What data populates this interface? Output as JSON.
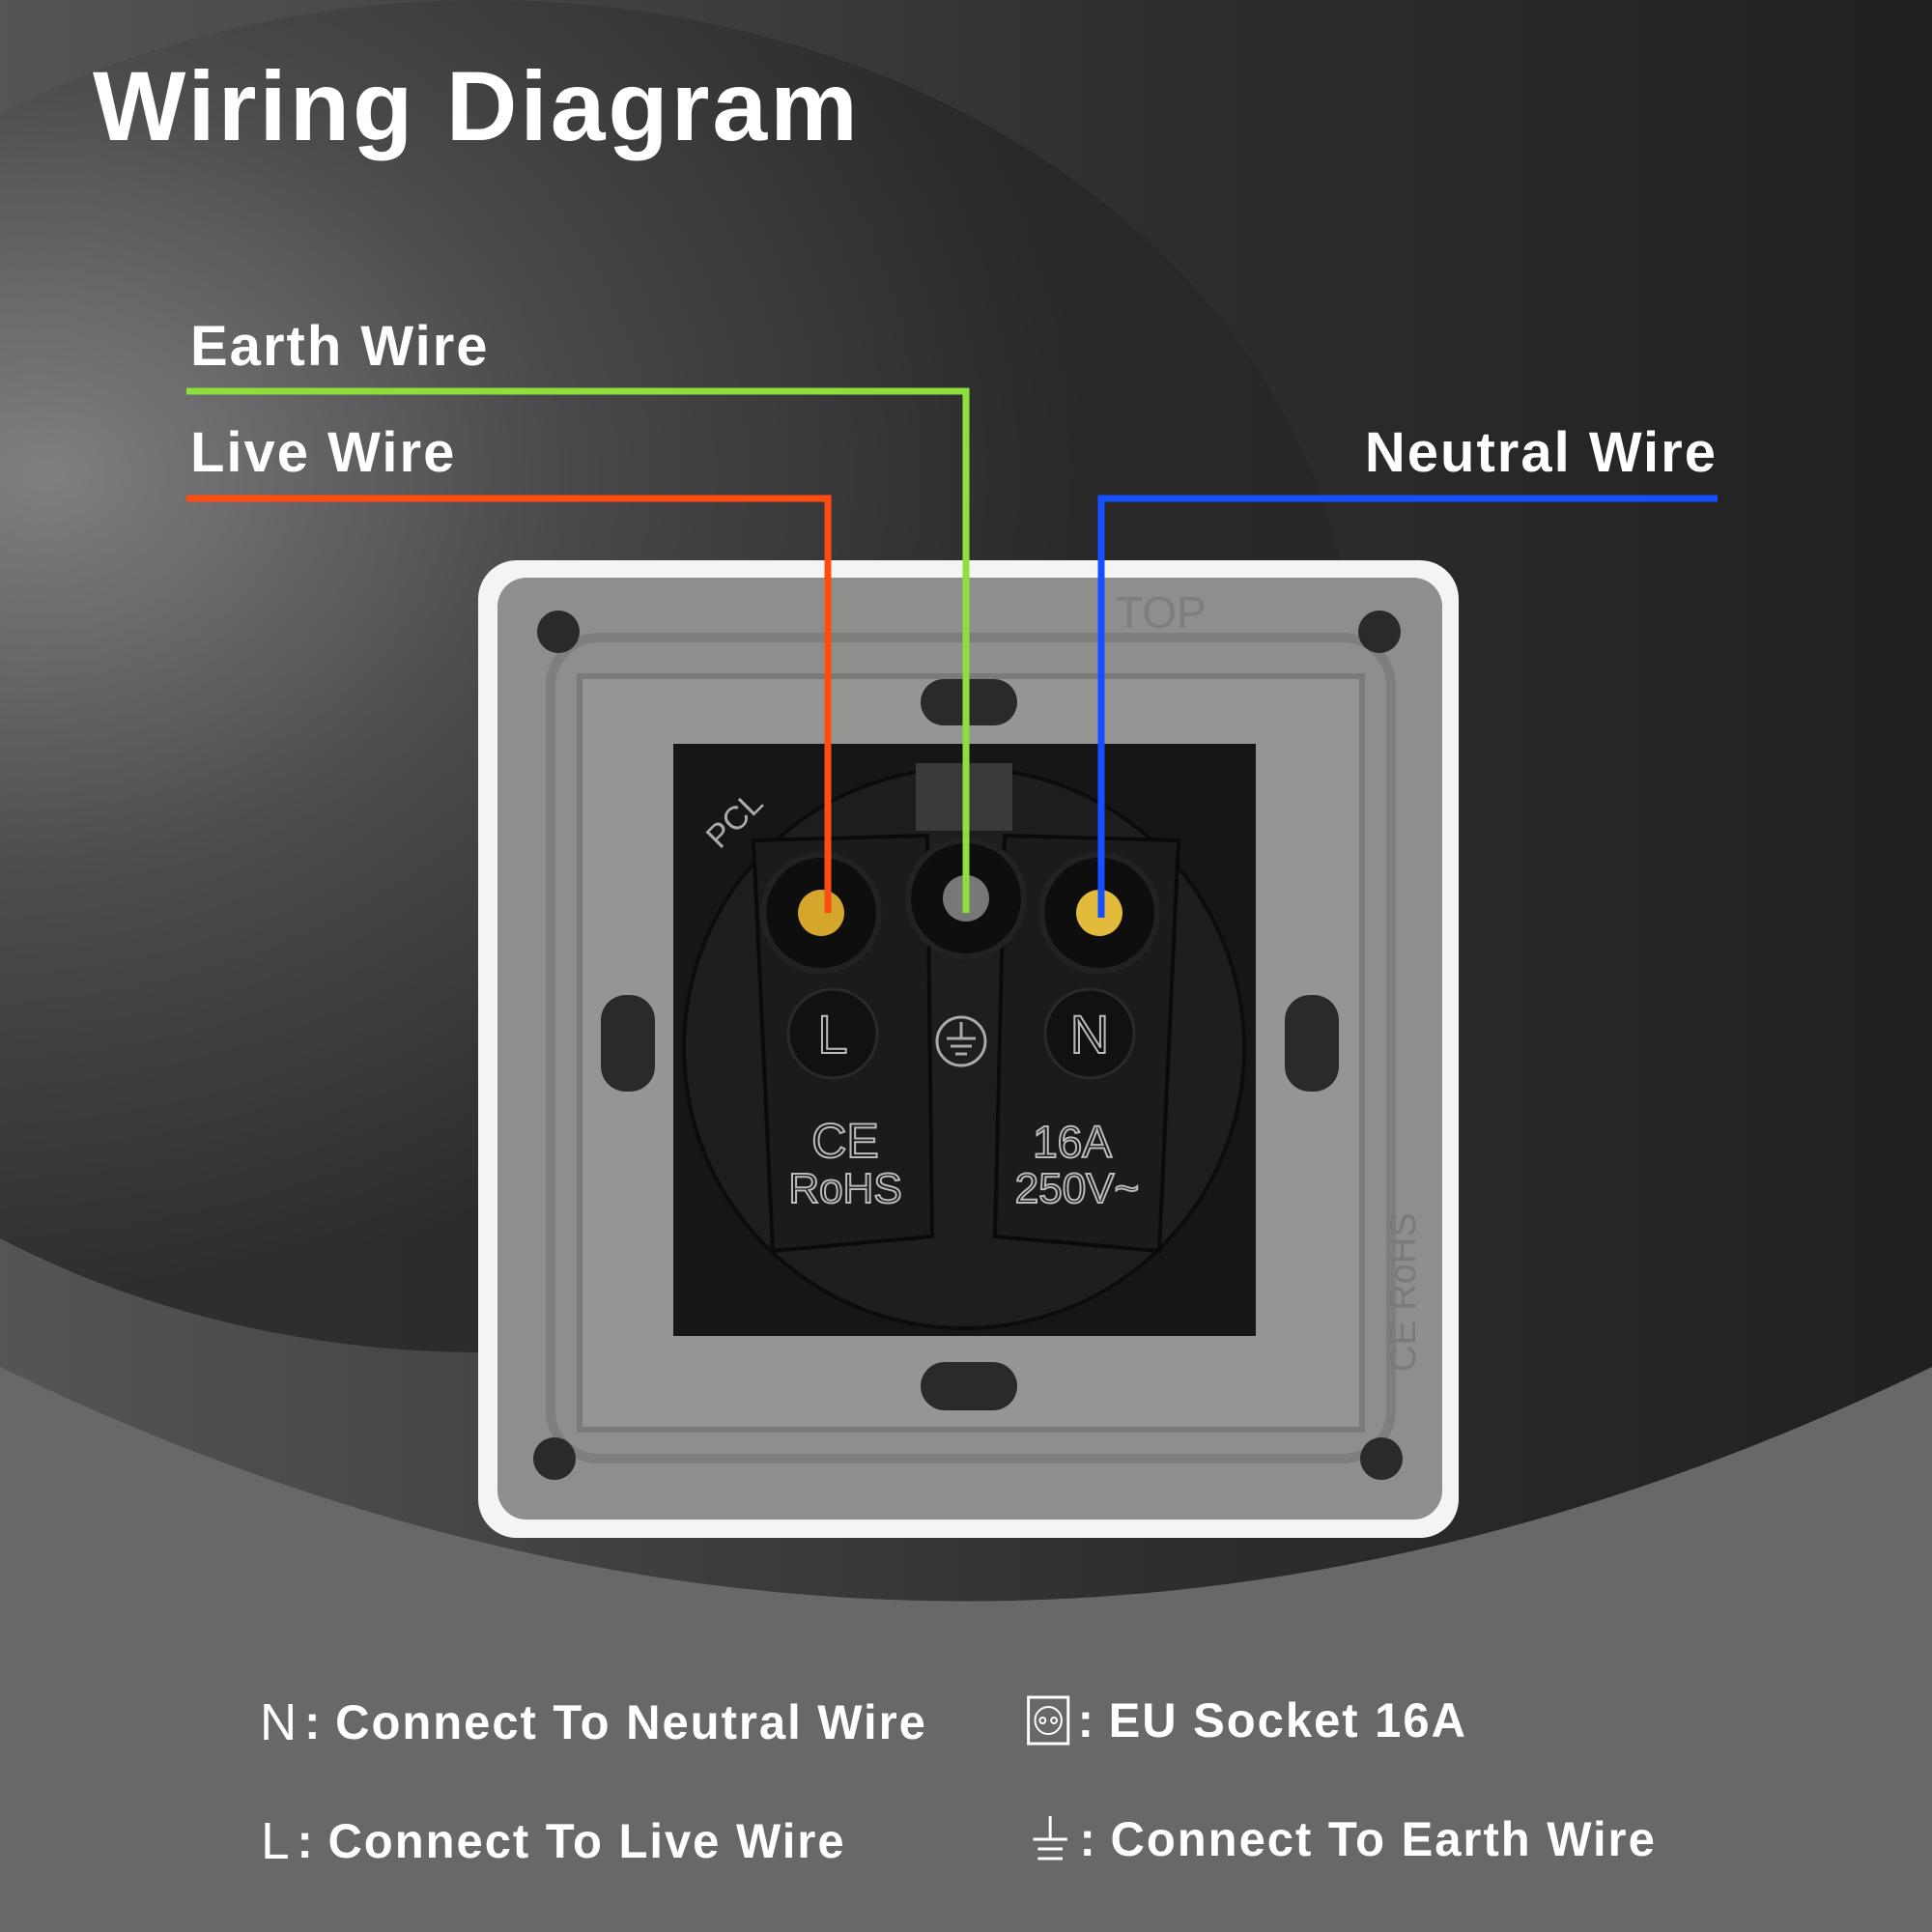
{
  "title": "Wiring Diagram",
  "wires": {
    "earth": {
      "label": "Earth Wire",
      "color": "#8be03c"
    },
    "live": {
      "label": "Live Wire",
      "color": "#ff4d12"
    },
    "neutral": {
      "label": "Neutral Wire",
      "color": "#1450ff"
    }
  },
  "socket_markings": {
    "top": "TOP",
    "terminal_l": "L",
    "terminal_n": "N",
    "ce": "CE",
    "rohs": "RoHS",
    "rating_current": "16A",
    "rating_voltage": "250V~",
    "side_mark": "CE RoHS",
    "pcl": "PCL"
  },
  "legend": [
    {
      "key": "N",
      "text": "Connect To Neutral Wire"
    },
    {
      "icon": "eu-socket-icon",
      "text": "EU Socket 16A"
    },
    {
      "key": "L",
      "text": "Connect To Live Wire"
    },
    {
      "icon": "earth-ground-icon",
      "text": "Connect To Earth Wire"
    }
  ],
  "legend_colon": ":"
}
